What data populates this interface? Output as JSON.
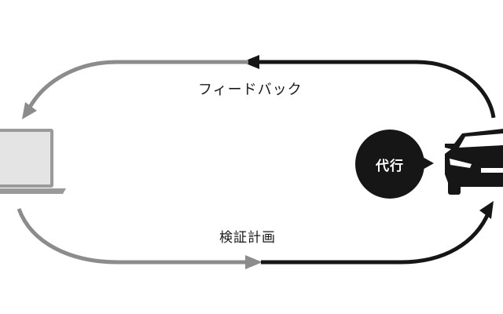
{
  "labels": {
    "feedback": "フィードバック",
    "verification_plan": "検証計画",
    "proxy": "代行"
  },
  "colors": {
    "gray_flow": "#8c8c8c",
    "dark_flow": "#161616",
    "laptop_screen": "#e4e4e4"
  }
}
